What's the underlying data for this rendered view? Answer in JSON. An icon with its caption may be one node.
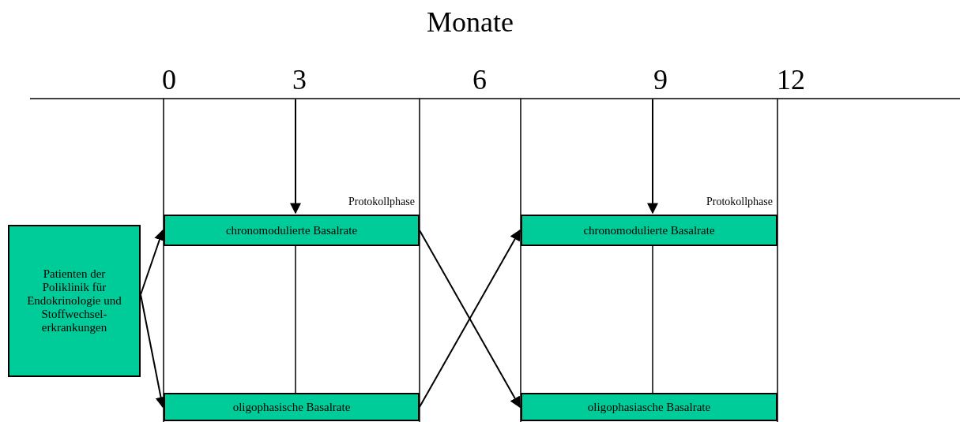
{
  "diagram": {
    "nodes": [
      {
        "text": [
          "Patienten der Poliklinik für Endokrinologie und Stoffwechsel-erkrankungen"
        ]
      },
      {
        "text": [
          "chronomodulierte Basalrate"
        ],
        "beside": [
          "Protokollphase"
        ]
      },
      {
        "text": [
          "oligophasische Basalrate"
        ]
      },
      {
        "text": [
          "chronomodulierte Basalrate"
        ],
        "beside": [
          "Protokollphase"
        ]
      },
      {
        "text": [
          "oligophasiasche Basalrate"
        ]
      }
    ],
    "edges": [
      {
        "from": 0,
        "to": 1,
        "arrow": "to"
      },
      {
        "from": 0,
        "to": 2,
        "arrow": "to"
      },
      {
        "from": null,
        "to": 1,
        "arrow": "to"
      },
      {
        "from": 1,
        "to": 4,
        "arrow": "to"
      },
      {
        "from": 2,
        "to": 3,
        "arrow": "to"
      },
      {
        "from": null,
        "to": 3,
        "arrow": "to"
      }
    ],
    "labels": [
      "Monate",
      "0",
      "3",
      "6",
      "9",
      "12"
    ]
  }
}
